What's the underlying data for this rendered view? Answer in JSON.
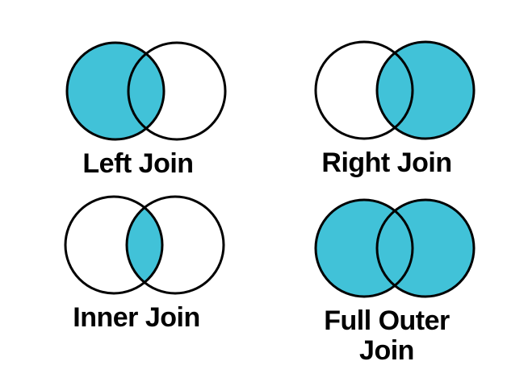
{
  "colors": {
    "highlight": "#41C2D8",
    "outline": "#000000",
    "background": "#FFFFFF",
    "label_text": "#000000"
  },
  "diagrams": [
    {
      "id": "left-join",
      "label": "Left Join",
      "label_lines": [
        "Left Join"
      ],
      "left_fill": "#41C2D8",
      "right_fill": "none",
      "lens_fill": "none"
    },
    {
      "id": "right-join",
      "label": "Right Join",
      "label_lines": [
        "Right Join"
      ],
      "left_fill": "none",
      "right_fill": "#41C2D8",
      "lens_fill": "none"
    },
    {
      "id": "inner-join",
      "label": "Inner Join",
      "label_lines": [
        "Inner Join"
      ],
      "left_fill": "none",
      "right_fill": "none",
      "lens_fill": "#41C2D8"
    },
    {
      "id": "full-outer-join",
      "label": "Full Outer Join",
      "label_lines": [
        "Full Outer",
        "Join"
      ],
      "left_fill": "#41C2D8",
      "right_fill": "#41C2D8",
      "lens_fill": "none"
    }
  ]
}
